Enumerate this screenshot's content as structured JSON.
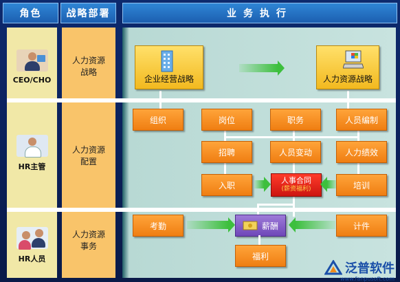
{
  "headers": {
    "roles": "角色",
    "strategy": "战略部署",
    "execution": "业务执行"
  },
  "roles": [
    {
      "label": "CEO/CHO"
    },
    {
      "label": "HR主管"
    },
    {
      "label": "HR人员"
    }
  ],
  "strategy": [
    {
      "line1": "人力资源",
      "line2": "战略"
    },
    {
      "line1": "人力资源",
      "line2": "配置"
    },
    {
      "line1": "人力资源",
      "line2": "事务"
    }
  ],
  "execution": {
    "strategy_row": {
      "enterprise_strategy": "企业经营战略",
      "hr_strategy": "人力资源战略"
    },
    "config_row": {
      "organization": "组织",
      "position": "岗位",
      "duty": "职务",
      "staffing": "人员编制",
      "recruitment": "招聘",
      "personnel_change": "人员变动",
      "performance": "人力绩效",
      "onboarding": "入职",
      "contract": "人事合同",
      "contract_sub": "(薪资福利)",
      "training": "培训"
    },
    "affairs_row": {
      "attendance": "考勤",
      "salary": "薪酬",
      "piecework": "计件",
      "welfare": "福利"
    }
  },
  "brand": {
    "name": "泛普软件",
    "url": "www.fanpusoft.com"
  },
  "colors": {
    "header_blue": "#2f86d6",
    "orange_box": "#f08a1c",
    "red_box": "#d91a12",
    "purple_box": "#7d57c4",
    "arrow_green": "#3dbf3d"
  }
}
